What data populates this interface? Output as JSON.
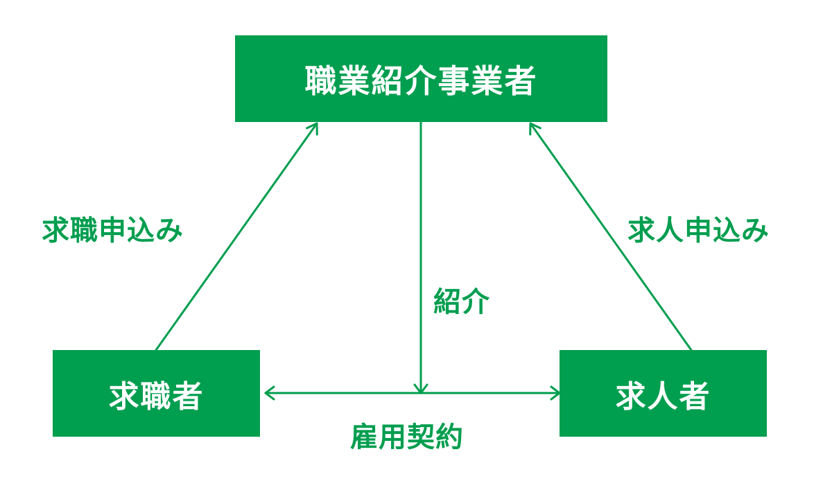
{
  "colors": {
    "node_fill": "#009e4f",
    "node_text": "#ffffff",
    "label_text": "#009e4f",
    "arrow": "#009e4f"
  },
  "nodes": {
    "top": "職業紹介事業者",
    "left": "求職者",
    "right": "求人者"
  },
  "edges": {
    "left": "求職申込み",
    "right": "求人申込み",
    "middle": "紹介",
    "bottom": "雇用契約"
  }
}
